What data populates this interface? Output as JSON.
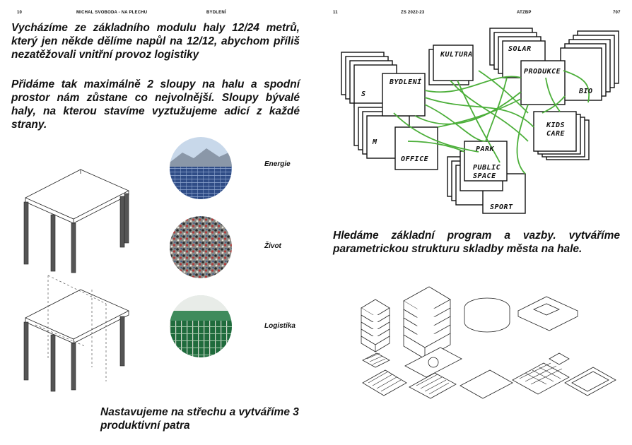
{
  "left_page": {
    "header": {
      "page_number": "10",
      "author": "MICHAL SVOBODA - NA PLECHU",
      "section": "BYDLENÍ"
    },
    "paragraphs": [
      "Vycházíme ze základního modulu haly 12/24 metrů, který jen někde dělíme napůl na 12/12, abychom příliš nezatěžovali vnitřní provoz logistiky",
      "Přidáme tak maximálně 2 sloupy na halu a spodní prostor nám zůstane co nejvolnější. Sloupy bývalé haly, na kterou stavíme vyztužujeme adicí z každé strany."
    ],
    "photo_captions": [
      "Energie",
      "Život",
      "Logistika"
    ],
    "bottom_text": "Nastavujeme na střechu a vytváříme 3 produktivní patra"
  },
  "right_page": {
    "header": {
      "page_number": "11",
      "term": "ZS 2022-23",
      "studio": "ATZBP",
      "code": "707"
    },
    "diagram_labels": {
      "kultura": "KULTURA",
      "solar": "SOLAR",
      "produkce": "PRODUKCE",
      "bio": "BIO",
      "bydleni": "BYDLENÍ",
      "s": "S",
      "m": "M",
      "office": "OFFICE",
      "kids": "KIDS",
      "care": "CARE",
      "park": "PARK",
      "public": "PUBLIC",
      "space": "SPACE",
      "sport": "SPORT"
    },
    "diagram_link_color": "#4caf3a",
    "paragraph": "Hledáme základní program a vazby. vytváříme parametrickou strukturu skladby města na hale."
  }
}
